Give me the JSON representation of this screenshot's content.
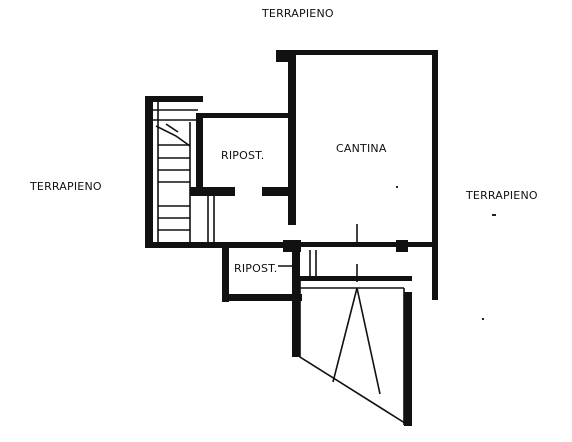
{
  "labels": {
    "terrapieno_top": "TERRAPIENO",
    "terrapieno_left": "TERRAPIENO",
    "terrapieno_right": "TERRAPIENO",
    "room_ripost_upper": "RIPOST.",
    "room_cantina": "CANTINA",
    "room_ripost_lower": "RIPOST."
  },
  "colors": {
    "wall": "#111111",
    "background": "#ffffff"
  }
}
